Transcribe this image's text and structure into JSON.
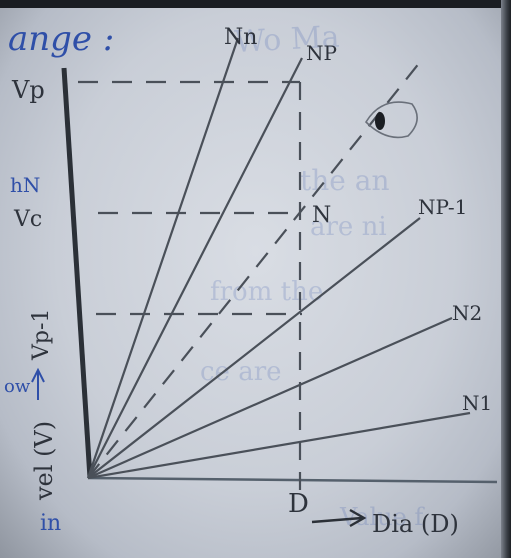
{
  "photo": {
    "header_text": "ange :",
    "axis_labels": {
      "y_axis": "vel (V)",
      "x_axis": "Dia (D)",
      "x_marker": "D"
    },
    "y_tick_labels": {
      "vp": "Vp",
      "vc": "Vc",
      "vp_minus_1": "Vp-1",
      "hn": "hN"
    },
    "ray_labels": {
      "nn": "Nn",
      "np": "NP",
      "n": "N",
      "np_minus_1": "NP-1",
      "n2": "N2",
      "n1": "N1"
    },
    "margin_notes": {
      "left_low": "ow",
      "left_bottom": "in"
    },
    "ink_colors": {
      "pencil": "#3a3f47",
      "pen_blue": "#2f4fa8"
    }
  }
}
